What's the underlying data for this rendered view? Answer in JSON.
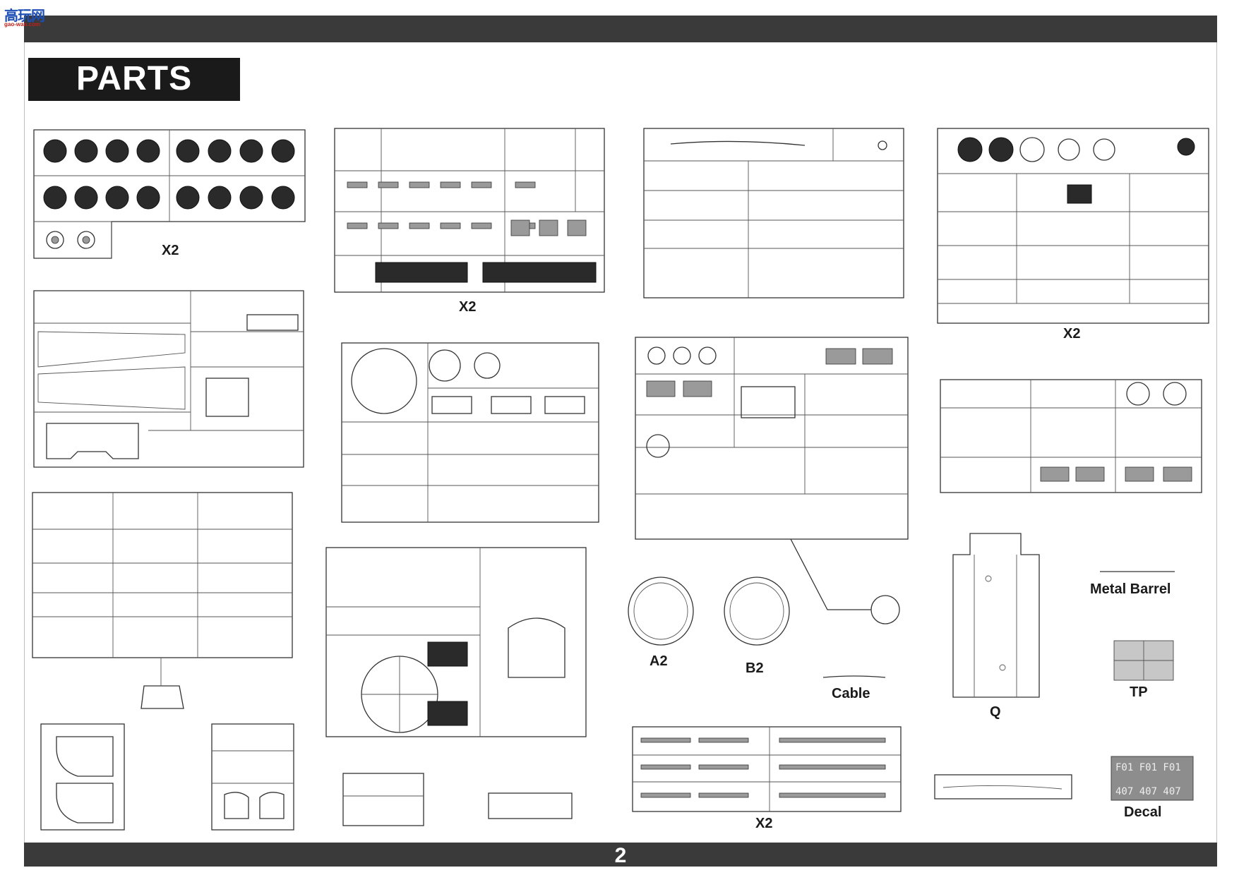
{
  "header": {
    "title": "PARTS"
  },
  "footer": {
    "page_number": "2"
  },
  "logo": {
    "text": "高玩网",
    "sub": "gao-wan.com"
  },
  "labels": {
    "sprue_c_qty": "X2",
    "sprue_b_qty": "X2",
    "sprue_e_qty": "X2",
    "sprue_f_qty": "X2",
    "a2": "A2",
    "b2": "B2",
    "cable": "Cable",
    "q": "Q",
    "metal_barrel": "Metal Barrel",
    "tp": "TP",
    "decal": "Decal"
  },
  "decal": {
    "row1": "F01 F01 F01",
    "row2": "407 407 407"
  }
}
